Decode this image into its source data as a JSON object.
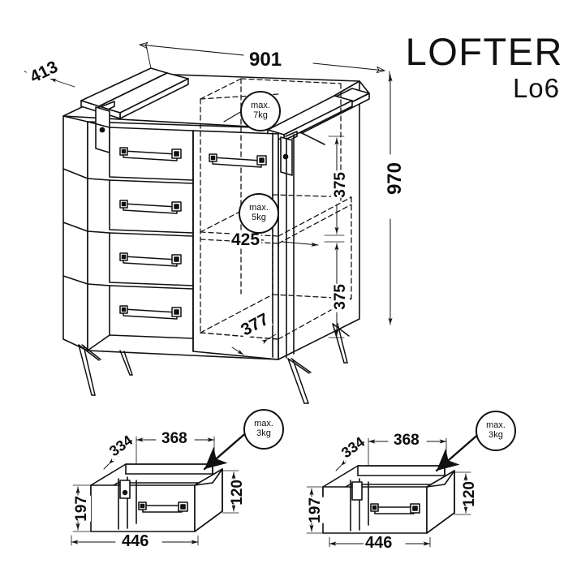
{
  "brand": {
    "name": "LOFTER",
    "model": "Lo6"
  },
  "main_view": {
    "name": "cabinet-isometric-view",
    "dimensions": {
      "width": "901",
      "depth": "413",
      "height": "970",
      "upper_compartment_height": "375",
      "lower_compartment_height": "375",
      "shelf_width": "425",
      "interior_depth": "377"
    },
    "load_badges": [
      {
        "id": "top-surface-load",
        "line1": "max.",
        "line2": "7kg"
      },
      {
        "id": "shelf-load",
        "line1": "max.",
        "line2": "5kg"
      }
    ],
    "drawer_count": 4,
    "door_count": 1,
    "leg_style": "hairpin"
  },
  "drawer_detail_left": {
    "name": "drawer-detail-left",
    "dimensions": {
      "interior_width": "368",
      "interior_depth": "334",
      "outer_width": "446",
      "front_height": "197",
      "side_height": "120"
    },
    "load_badge": {
      "line1": "max.",
      "line2": "3kg"
    }
  },
  "drawer_detail_right": {
    "name": "drawer-detail-right",
    "dimensions": {
      "interior_width": "368",
      "interior_depth": "334",
      "outer_width": "446",
      "front_height": "197",
      "side_height": "120"
    },
    "load_badge": {
      "line1": "max.",
      "line2": "3kg"
    }
  },
  "style": {
    "line_color": "#111111",
    "background": "#ffffff"
  }
}
